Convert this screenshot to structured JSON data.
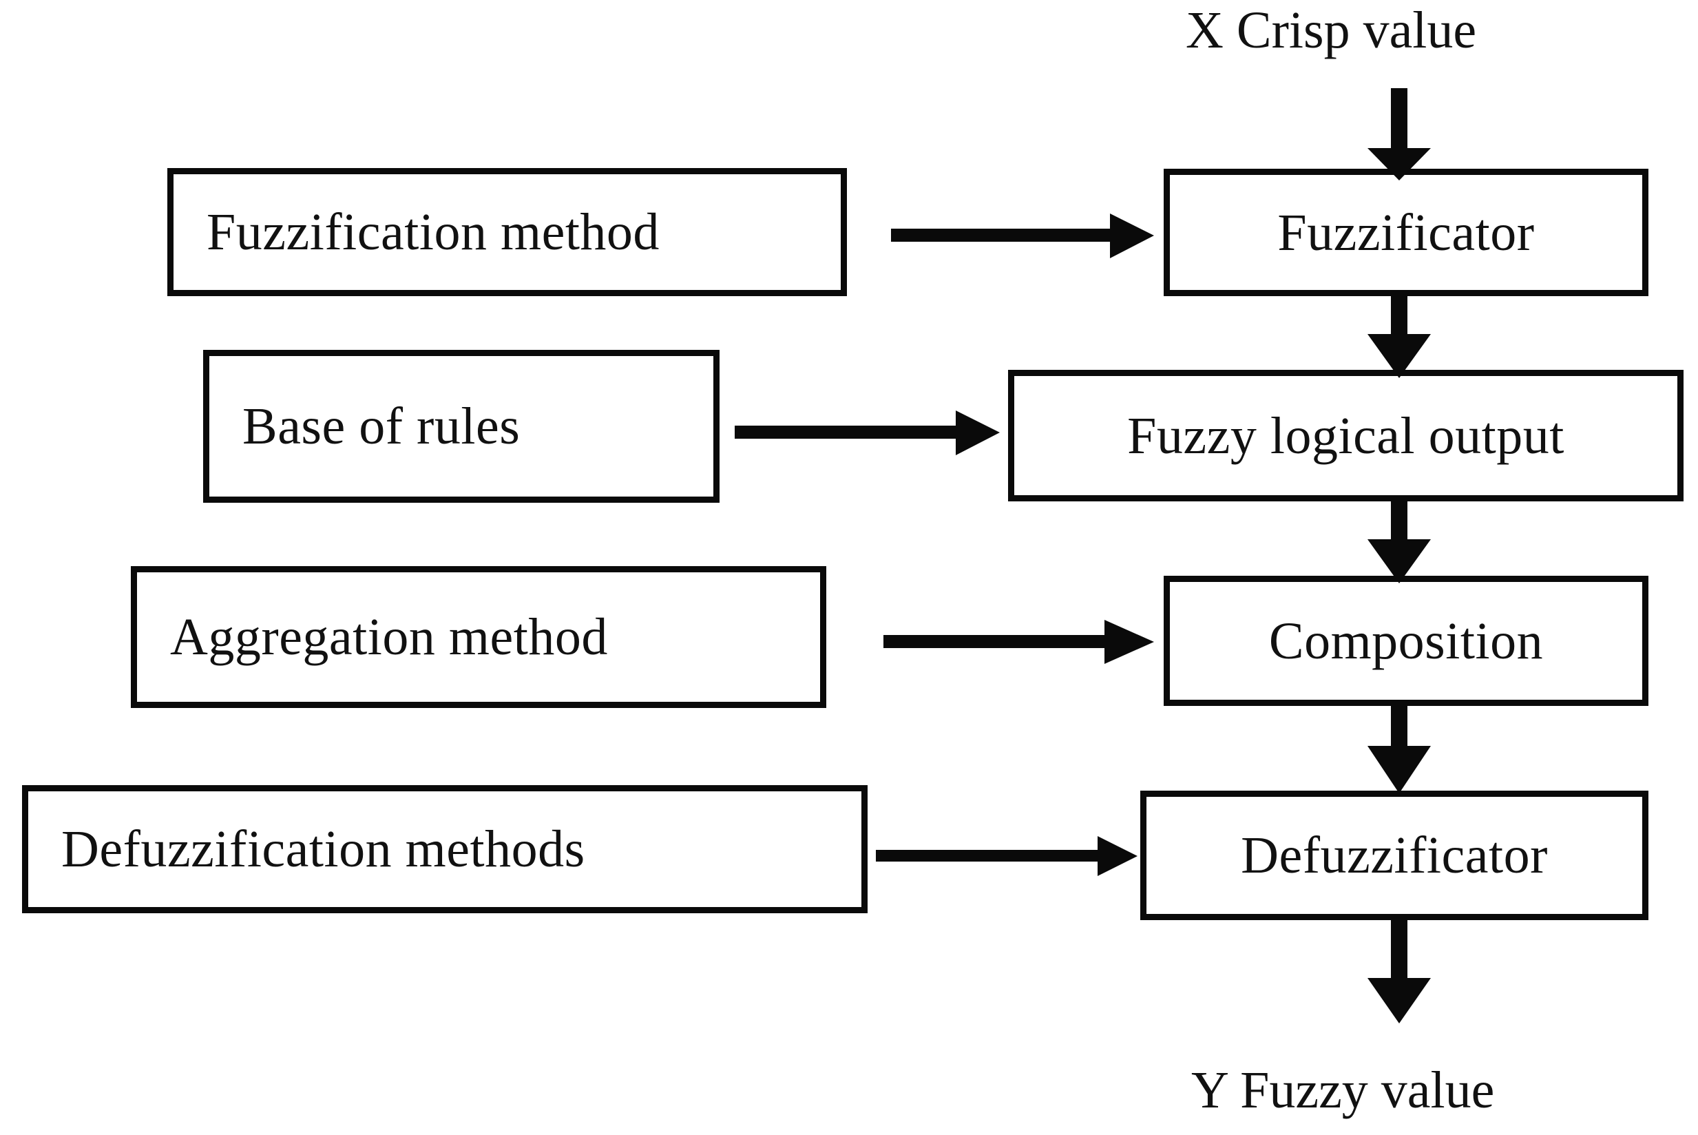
{
  "diagram": {
    "title_top": "X Crisp value",
    "title_bottom": "Y Fuzzy value",
    "colors": {
      "stroke": "#0a0a0a",
      "background": "#ffffff",
      "text": "#111111"
    },
    "left_column": [
      {
        "id": "fuzzification-method",
        "label": "Fuzzification method"
      },
      {
        "id": "base-of-rules",
        "label": "Base of rules"
      },
      {
        "id": "aggregation-method",
        "label": "Aggregation method"
      },
      {
        "id": "defuzzification-methods",
        "label": "Defuzzification methods"
      }
    ],
    "right_column": [
      {
        "id": "fuzzificator",
        "label": "Fuzzificator"
      },
      {
        "id": "fuzzy-logical-output",
        "label": "Fuzzy logical output"
      },
      {
        "id": "composition",
        "label": "Composition"
      },
      {
        "id": "defuzzificator",
        "label": "Defuzzificator"
      }
    ],
    "flow": {
      "input_label": "X Crisp value",
      "output_label": "Y Fuzzy value",
      "horizontal_links": [
        {
          "from": "fuzzification-method",
          "to": "fuzzificator"
        },
        {
          "from": "base-of-rules",
          "to": "fuzzy-logical-output"
        },
        {
          "from": "aggregation-method",
          "to": "composition"
        },
        {
          "from": "defuzzification-methods",
          "to": "defuzzificator"
        }
      ],
      "vertical_links": [
        {
          "from": "X Crisp value",
          "to": "fuzzificator"
        },
        {
          "from": "fuzzificator",
          "to": "fuzzy-logical-output"
        },
        {
          "from": "fuzzy-logical-output",
          "to": "composition"
        },
        {
          "from": "composition",
          "to": "defuzzificator"
        },
        {
          "from": "defuzzificator",
          "to": "Y Fuzzy value"
        }
      ]
    }
  }
}
